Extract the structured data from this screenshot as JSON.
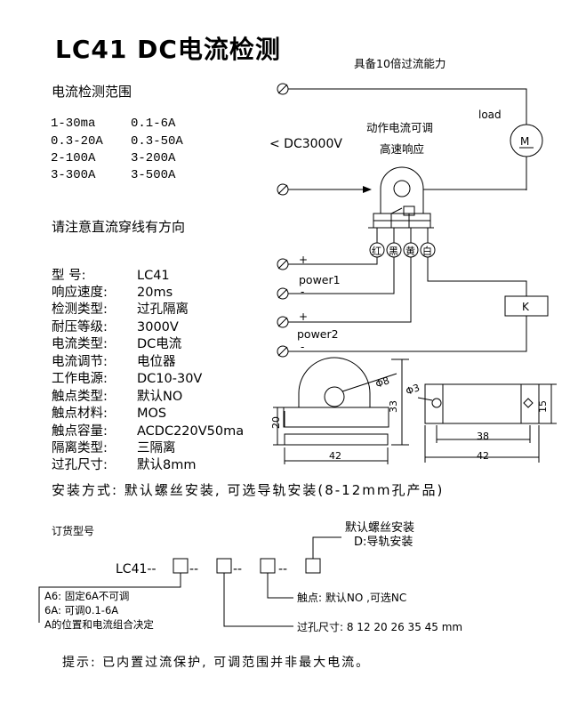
{
  "title": "LC41   DC电流检测",
  "range": {
    "title": "电流检测范围",
    "rows": [
      [
        "1-30ma",
        "0.1-6A"
      ],
      [
        "0.3-20A",
        "0.3-50A"
      ],
      [
        "2-100A",
        "3-200A"
      ],
      [
        "3-300A",
        "3-500A"
      ]
    ]
  },
  "direction_note": "请注意直流穿线有方向",
  "specs": [
    {
      "label": "型    号:",
      "value": "LC41"
    },
    {
      "label": "响应速度:",
      "value": "20ms"
    },
    {
      "label": "检测类型:",
      "value": "过孔隔离"
    },
    {
      "label": "耐压等级:",
      "value": "3000V"
    },
    {
      "label": "电流类型:",
      "value": "DC电流"
    },
    {
      "label": "电流调节:",
      "value": "电位器"
    },
    {
      "label": "工作电源:",
      "value": "DC10-30V"
    },
    {
      "label": "触点类型:",
      "value": "默认NO"
    },
    {
      "label": "触点材料:",
      "value": "MOS"
    },
    {
      "label": "触点容量:",
      "value": "ACDC220V50ma"
    },
    {
      "label": "隔离类型:",
      "value": "三隔离"
    },
    {
      "label": "过孔尺寸:",
      "value": "默认8mm"
    }
  ],
  "install": "安装方式: 默认螺丝安装, 可选导轨安装(8-12mm孔产品)",
  "circuit": {
    "overload": "具备10倍过流能力",
    "load": "load",
    "motor": "M",
    "adjust": "动作电流可调",
    "fast": "高速响应",
    "voltage": "< DC3000V",
    "wires": [
      "红",
      "黑",
      "黄",
      "白"
    ],
    "plus1": "+",
    "minus1": "-",
    "power1": "power1",
    "plus2": "+",
    "minus2": "-",
    "power2": "power2",
    "relay": "K"
  },
  "dims": {
    "hole": "Φ8",
    "h20": "20",
    "h33": "33",
    "w42a": "42",
    "hole3": "Φ3",
    "h15": "15",
    "w38": "38",
    "w42b": "42"
  },
  "order": {
    "title": "订货型号",
    "code": "LC41--",
    "sep1": "--",
    "sep2": "--",
    "sep3": "--",
    "mount_default": "默认螺丝安装",
    "mount_rail": "D:导轨安装",
    "contact": "触点: 默认NO ,可选NC",
    "hole_sizes": "过孔尺寸: 8 12 20  26  35 45  mm",
    "a6": "A6: 固定6A不可调",
    "a6b": "6A: 可调0.1-6A",
    "apos": "A的位置和电流组合决定"
  },
  "tip": "提示:  已内置过流保护, 可调范围并非最大电流。"
}
